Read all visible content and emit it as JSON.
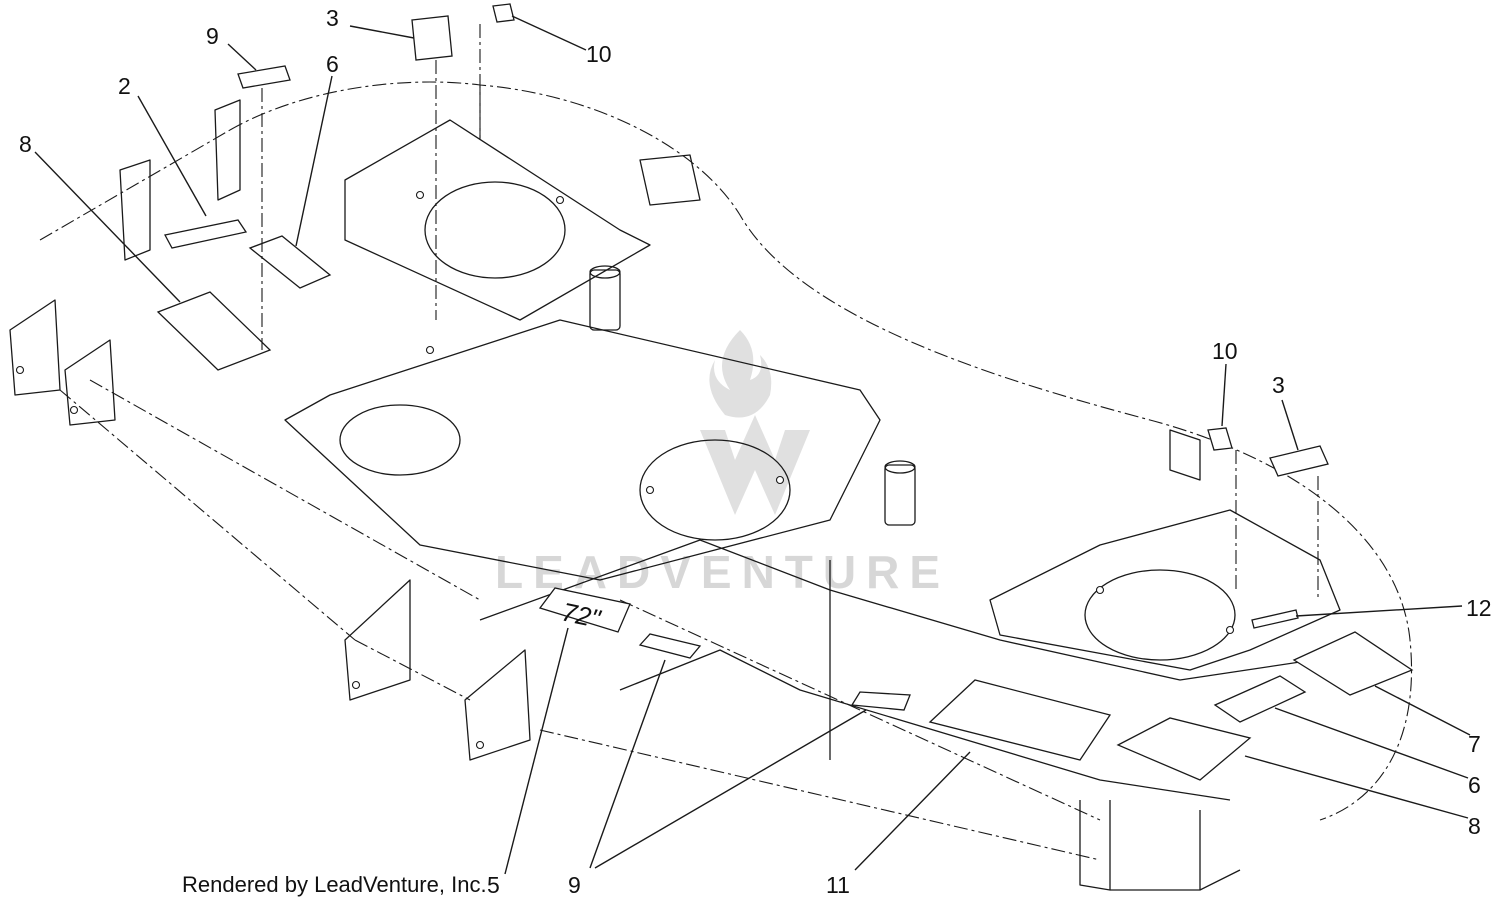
{
  "callouts": [
    {
      "id": "c9a",
      "label": "9"
    },
    {
      "id": "c3a",
      "label": "3"
    },
    {
      "id": "c10a",
      "label": "10"
    },
    {
      "id": "c2",
      "label": "2"
    },
    {
      "id": "c6a",
      "label": "6"
    },
    {
      "id": "c8a",
      "label": "8"
    },
    {
      "id": "c10b",
      "label": "10"
    },
    {
      "id": "c3b",
      "label": "3"
    },
    {
      "id": "c12",
      "label": "12"
    },
    {
      "id": "c7",
      "label": "7"
    },
    {
      "id": "c6b",
      "label": "6"
    },
    {
      "id": "c8b",
      "label": "8"
    },
    {
      "id": "c5",
      "label": "5"
    },
    {
      "id": "c9b",
      "label": "9"
    },
    {
      "id": "c11",
      "label": "11"
    }
  ],
  "decal_size_text": "72\"",
  "credit": "Rendered by LeadVenture, Inc.",
  "watermark": "LEADVENTURE"
}
